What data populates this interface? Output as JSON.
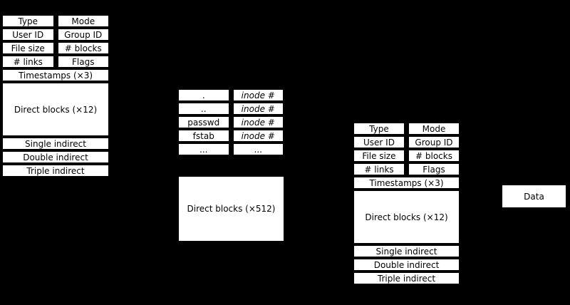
{
  "colors": {
    "background": "#000000",
    "cell_fill": "#ffffff",
    "cell_border": "#000000",
    "text": "#000000"
  },
  "inode": {
    "grid": [
      [
        "Type",
        "Mode"
      ],
      [
        "User ID",
        "Group ID"
      ],
      [
        "File size",
        "# blocks"
      ],
      [
        "# links",
        "Flags"
      ]
    ],
    "timestamps": "Timestamps (×3)",
    "direct_blocks": "Direct blocks (×12)",
    "single_indirect": "Single indirect",
    "double_indirect": "Double indirect",
    "triple_indirect": "Triple indirect"
  },
  "directory": {
    "rows": [
      {
        "name": ".",
        "inode": "inode #"
      },
      {
        "name": "..",
        "inode": "inode #"
      },
      {
        "name": "passwd",
        "inode": "inode #"
      },
      {
        "name": "fstab",
        "inode": "inode #"
      },
      {
        "name": "...",
        "inode": "..."
      }
    ]
  },
  "blocks": {
    "direct_512": "Direct blocks (×512)",
    "data": "Data"
  }
}
